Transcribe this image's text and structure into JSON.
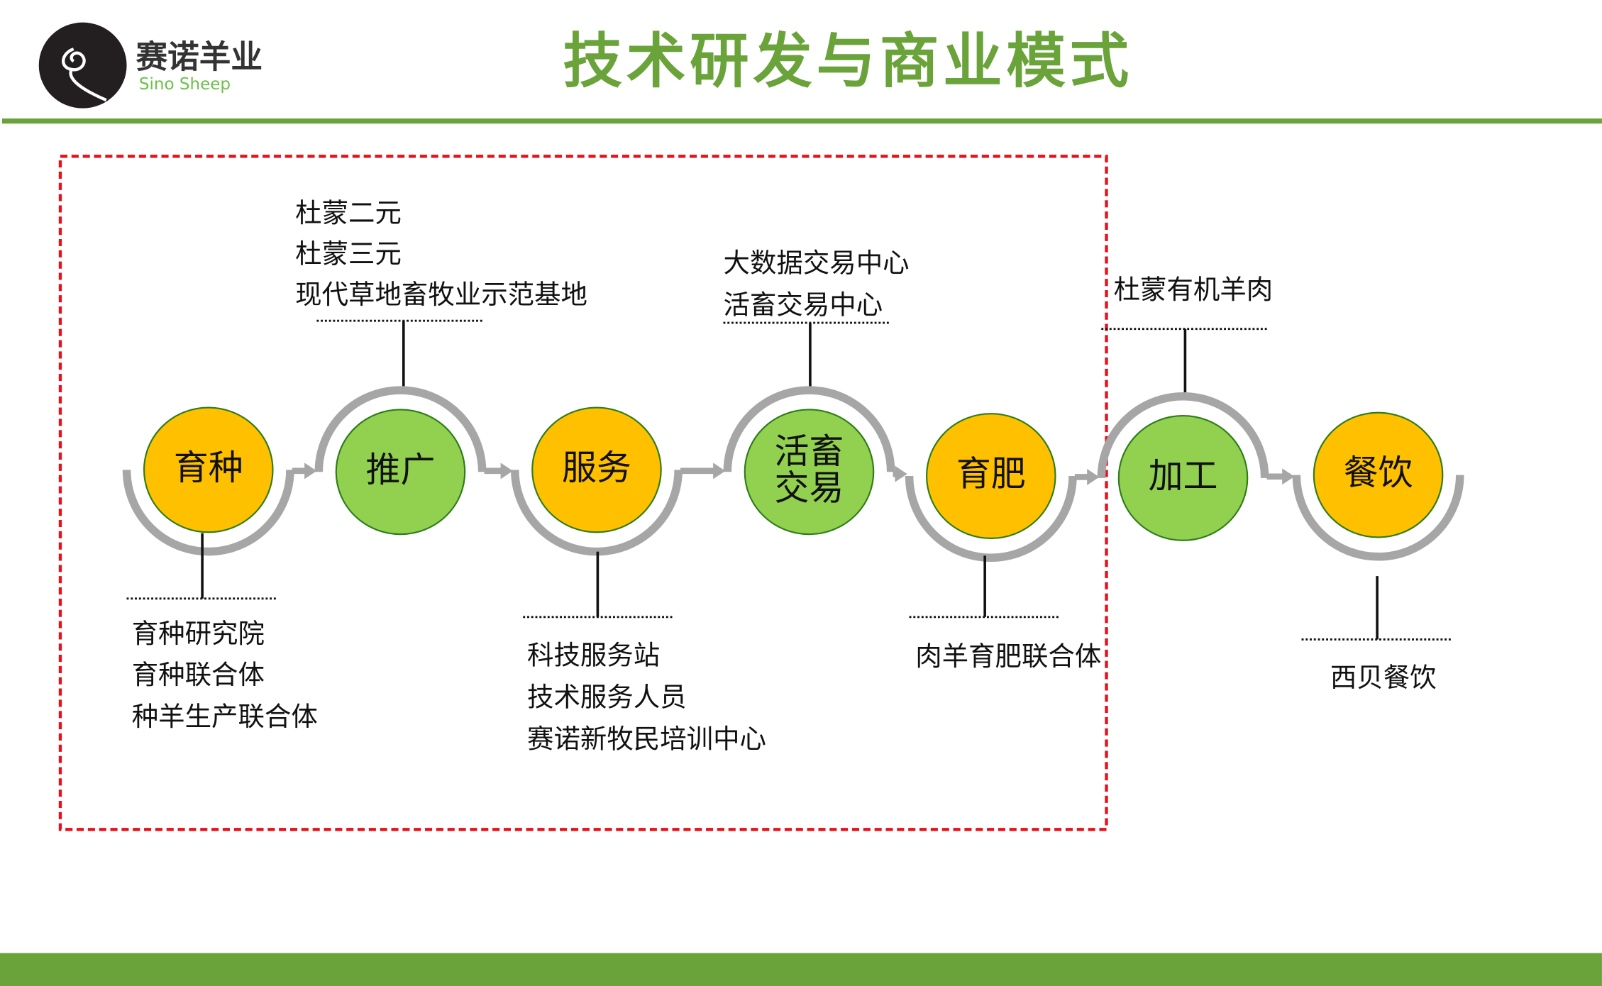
{
  "header": {
    "logo_cn": "赛诺羊业",
    "logo_en": "Sino Sheep",
    "title": "技术研发与商业模式"
  },
  "colors": {
    "green": "#6aa33a",
    "node_orange": "#ffc000",
    "node_green": "#92d050",
    "arc_gray": "#a6a6a6",
    "dash_red": "#e8101a"
  },
  "nodes": [
    {
      "id": "yuzhong",
      "label": [
        "育种"
      ],
      "color": "orange",
      "arc": "bottom",
      "labels_side": "bottom",
      "labels": [
        "育种研究院",
        "育种联合体",
        "种羊生产联合体"
      ]
    },
    {
      "id": "tuiguang",
      "label": [
        "推广"
      ],
      "color": "green",
      "arc": "top",
      "labels_side": "top",
      "labels": [
        "杜蒙二元",
        "杜蒙三元",
        "现代草地畜牧业示范基地"
      ]
    },
    {
      "id": "fuwu",
      "label": [
        "服务"
      ],
      "color": "orange",
      "arc": "bottom",
      "labels_side": "bottom",
      "labels": [
        "科技服务站",
        "技术服务人员",
        "赛诺新牧民培训中心"
      ]
    },
    {
      "id": "huoxu",
      "label": [
        "活畜",
        "交易"
      ],
      "color": "green",
      "arc": "top",
      "labels_side": "top",
      "labels": [
        "大数据交易中心",
        "活畜交易中心"
      ]
    },
    {
      "id": "yufei",
      "label": [
        "育肥"
      ],
      "color": "orange",
      "arc": "bottom",
      "labels_side": "bottom",
      "labels": [
        "肉羊育肥联合体"
      ]
    },
    {
      "id": "jiagong",
      "label": [
        "加工"
      ],
      "color": "green",
      "arc": "top",
      "labels_side": "top",
      "labels": [
        "杜蒙有机羊肉"
      ]
    },
    {
      "id": "canyin",
      "label": [
        "餐饮"
      ],
      "color": "orange",
      "arc": "bottom",
      "labels_side": "bottom",
      "labels": [
        "西贝餐饮"
      ]
    }
  ]
}
